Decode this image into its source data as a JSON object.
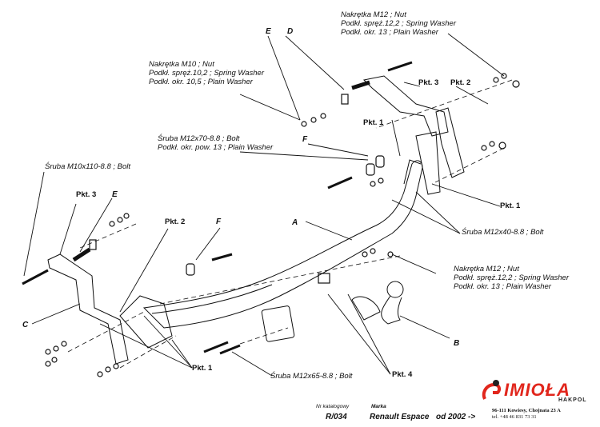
{
  "labels": {
    "nut_m12_top": [
      "Nakrętka  M12 ; Nut",
      "Podkł. spręż.12,2 ; Spring Washer",
      "Podkł. okr. 13 ; Plain Washer"
    ],
    "nut_m10": [
      "Nakrętka  M10 ; Nut",
      "Podkł. spręż.10,2 ; Spring Washer",
      "Podkł. okr. 10,5 ; Plain Washer"
    ],
    "bolt_m12x70": [
      "Śruba M12x70-8.8 ;  Bolt",
      "Podkł. okr. pow. 13 ; Plain Washer"
    ],
    "bolt_m10x110": "Śruba M10x110-8.8 ;  Bolt",
    "bolt_m12x40": "Śruba M12x40-8.8 ;  Bolt",
    "nut_m12_right": [
      "Nakrętka  M12 ; Nut",
      "Podkł. spręż.12,2 ; Spring Washer",
      "Podkł. okr. 13 ; Plain Washer"
    ],
    "bolt_m12x65": "Śruba M12x65-8.8 ;  Bolt"
  },
  "points": {
    "pkt3_top": "Pkt. 3",
    "pkt2_top": "Pkt. 2",
    "pkt1_mid": "Pkt. 1",
    "pkt1_right": "Pkt. 1",
    "pkt3_left": "Pkt. 3",
    "pkt2_left": "Pkt. 2",
    "pkt4": "Pkt. 4",
    "pkt1_bottom": "Pkt. 1"
  },
  "letters": {
    "e_top": "E",
    "d_top": "D",
    "f_mid": "F",
    "e_left": "E",
    "f_left": "F",
    "a": "A",
    "c": "C",
    "b": "B"
  },
  "footer": {
    "catalog_label": "Nr katalogowy",
    "brand_label": "Marka",
    "catalog_no": "R/034",
    "vehicle": "Renault Espace",
    "year": "od  2002 ->"
  },
  "logo": {
    "name": "IMIOŁA",
    "sub": "HAKPOL",
    "address": "96-111 Kowiesy, Chojnata 23 A",
    "phone": "tel. +48 46 831 73 31",
    "brand_color": "#e1261c"
  }
}
